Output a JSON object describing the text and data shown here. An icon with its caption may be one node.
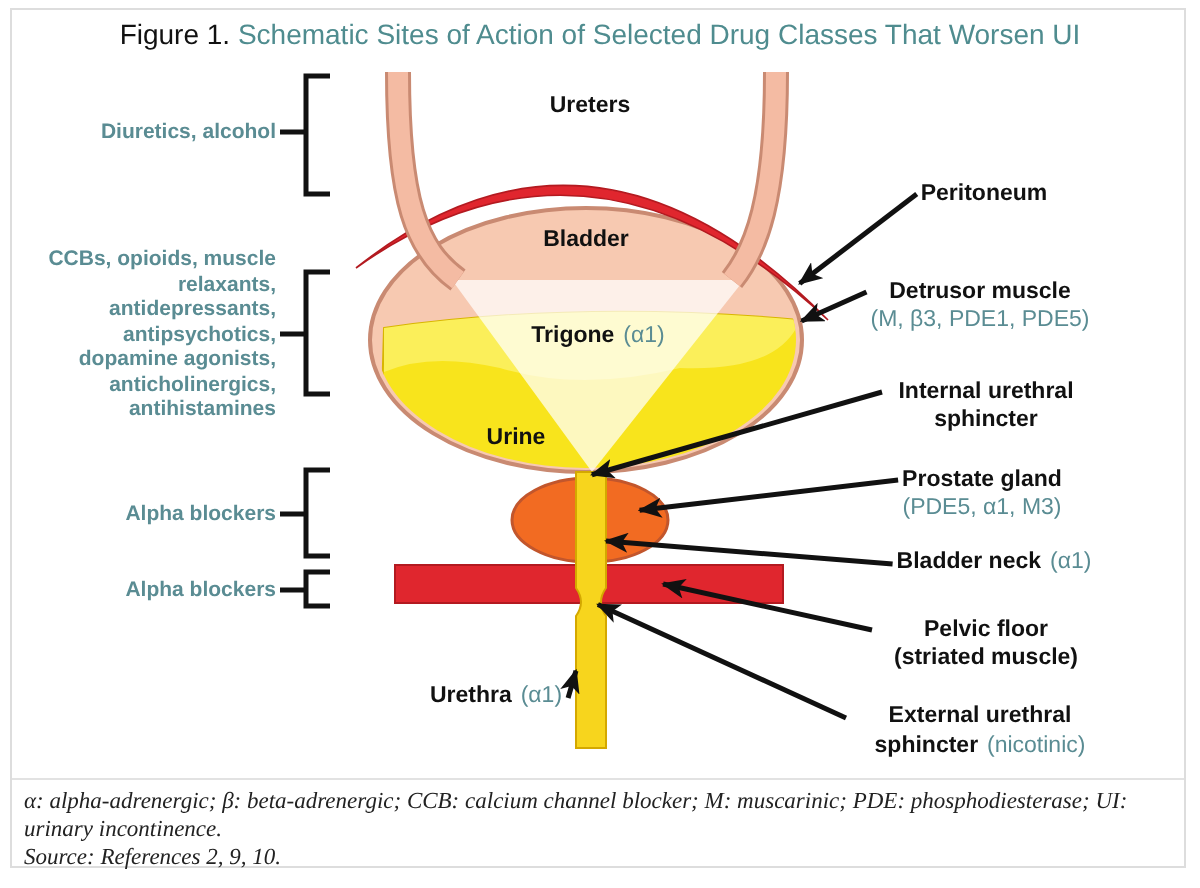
{
  "diagram": {
    "title": "Schematic Sites of Action of Selected Drug Classes That Worsen UI",
    "nodes": [
      {
        "text": [
          "Bladder"
        ]
      },
      {
        "text": [
          "Urine"
        ],
        "in": 0
      },
      {
        "text": [
          "Trigone",
          "(α1)"
        ],
        "in": 0
      },
      {
        "text": [],
        "shape": "arc"
      },
      {
        "text": [],
        "shape": "ellipse"
      },
      {
        "text": [],
        "shape": "bar"
      },
      {
        "text": [],
        "shape": "bar"
      },
      {
        "text": [
          "Peritoneum"
        ]
      },
      {
        "text": [
          "Detrusor muscle",
          "(M, β3, PDE1, PDE5)"
        ]
      },
      {
        "text": [
          "Internal urethral sphincter"
        ]
      },
      {
        "text": [
          "Prostate gland",
          "(PDE5, α1, M3)"
        ]
      },
      {
        "text": [
          "Bladder neck",
          "(α1)"
        ]
      },
      {
        "text": [
          "Pelvic floor (striated muscle)"
        ]
      },
      {
        "text": [
          "External urethral sphincter",
          "(nicotinic)"
        ]
      },
      {
        "text": [
          "Urethra",
          "(α1)"
        ]
      }
    ],
    "edges": [
      {
        "from": 7,
        "to": 3,
        "arrow": "to"
      },
      {
        "from": 8,
        "to": 0,
        "arrow": "to"
      },
      {
        "from": 9,
        "to": 6,
        "arrow": "to"
      },
      {
        "from": 10,
        "to": 4,
        "arrow": "to"
      },
      {
        "from": 11,
        "to": 6,
        "arrow": "to"
      },
      {
        "from": 12,
        "to": 5,
        "arrow": "to"
      },
      {
        "from": 13,
        "to": 6,
        "arrow": "to"
      },
      {
        "from": 14,
        "to": 6,
        "arrow": "to"
      }
    ],
    "labels": [
      "Figure 1.",
      "Ureters",
      "Diuretics, alcohol",
      "CCBs, opioids, muscle relaxants, antidepressants, antipsychotics, dopamine agonists, anticholinergics, antihistamines",
      "Alpha blockers",
      "Alpha blockers",
      "α: alpha-adrenergic; β: beta-adrenergic; CCB: calcium channel blocker; M: muscarinic; PDE: phosphodiesterase; UI: urinary incontinence.",
      "Source: References 2, 9, 10."
    ]
  }
}
